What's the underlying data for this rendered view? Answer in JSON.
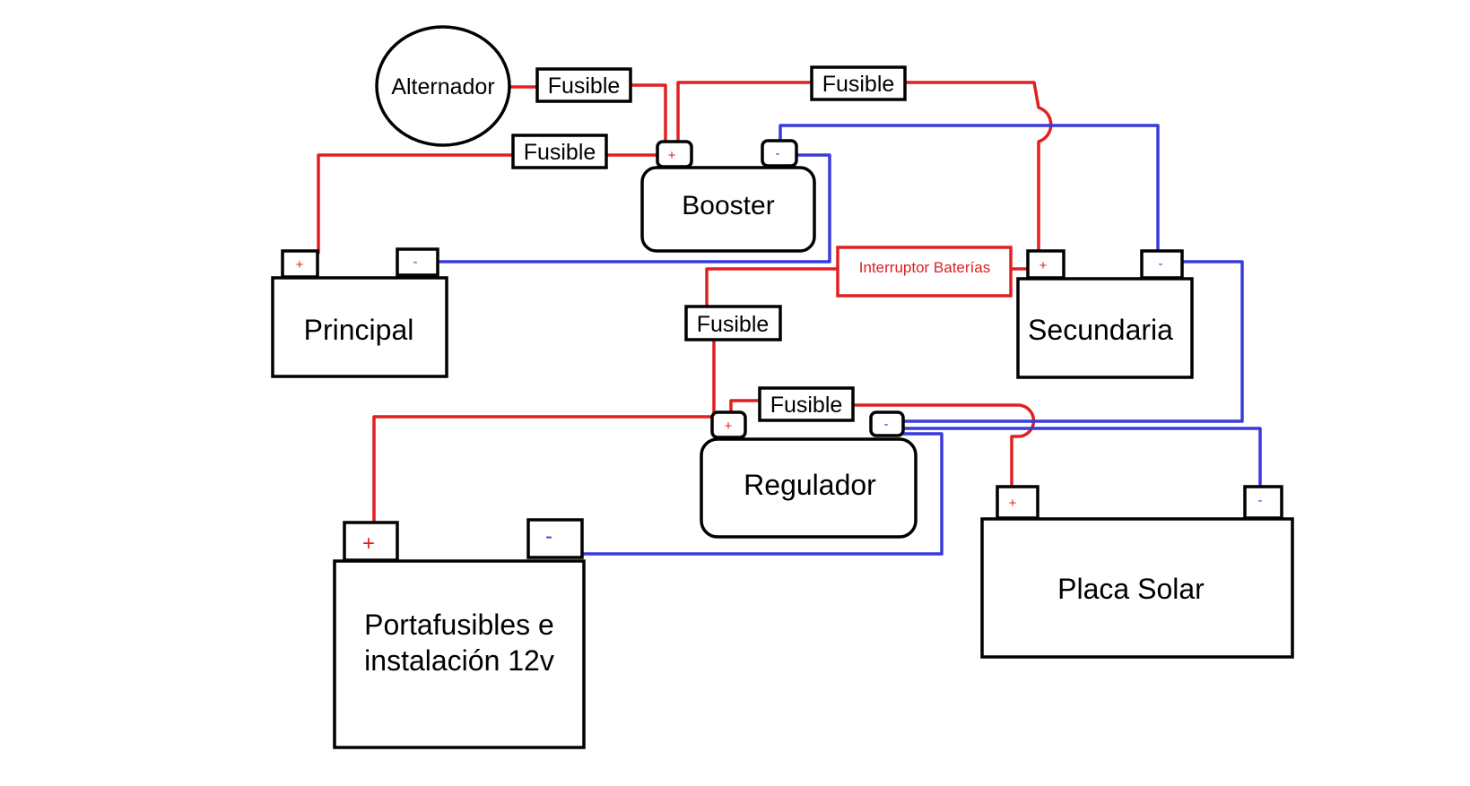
{
  "components": {
    "alternador": "Alternador",
    "booster": "Booster",
    "principal": "Principal",
    "secundaria": "Secundaria",
    "regulador": "Regulador",
    "placa_solar": "Placa Solar",
    "portafusibles_line1": "Portafusibles e",
    "portafusibles_line2": "instalación 12v"
  },
  "fuses": {
    "alternator_fuse": "Fusible",
    "booster_output_fuse": "Fusible",
    "principal_fuse": "Fusible",
    "regulator_input_fuse": "Fusible",
    "solar_fuse": "Fusible"
  },
  "switch": {
    "label": "Interruptor Baterías"
  },
  "terminals": {
    "positive": "+",
    "negative": "-"
  },
  "colors": {
    "positive_wire": "#e02020",
    "negative_wire": "#3a3adc",
    "outline": "#000000"
  }
}
